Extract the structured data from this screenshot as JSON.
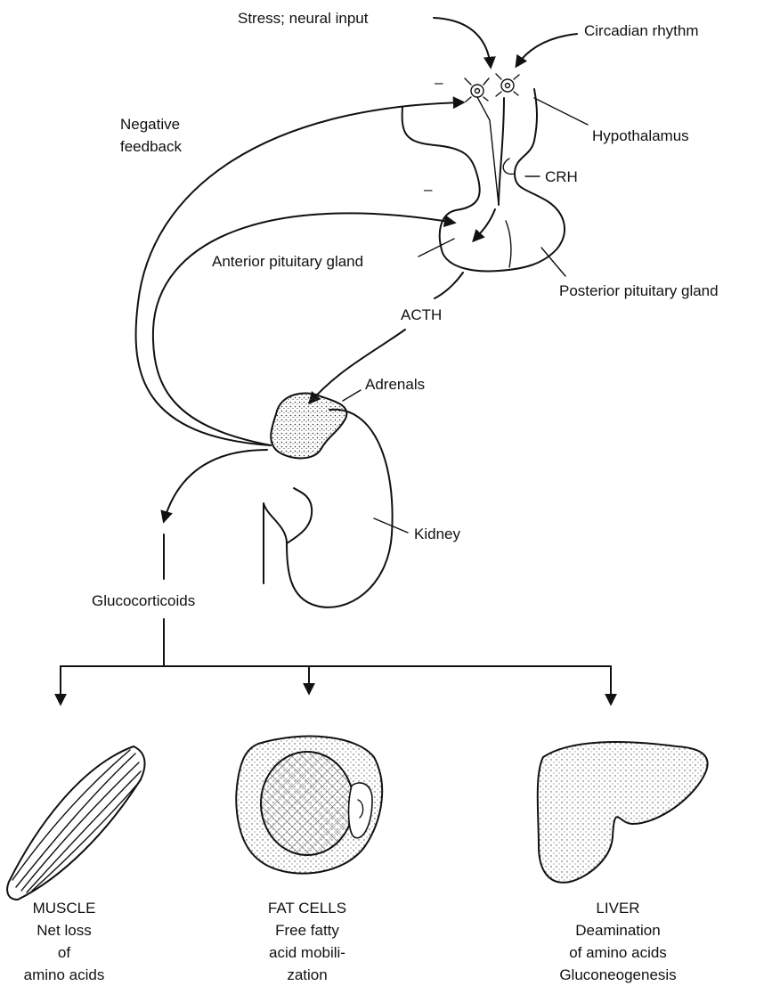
{
  "inputs": {
    "stress": "Stress; neural input",
    "circadian": "Circadian rhythm"
  },
  "feedback": {
    "label_line1": "Negative",
    "label_line2": "feedback",
    "sign_hypothalamus": "–",
    "sign_pituitary": "–"
  },
  "structures": {
    "hypothalamus": "Hypothalamus",
    "crh": "CRH",
    "anterior_pituitary": "Anterior pituitary gland",
    "posterior_pituitary": "Posterior pituitary gland",
    "acth": "ACTH",
    "adrenals": "Adrenals",
    "kidney": "Kidney",
    "glucocorticoids": "Glucocorticoids"
  },
  "targets": {
    "muscle": [
      "MUSCLE",
      "Net loss",
      "of",
      "amino acids"
    ],
    "fat": [
      "FAT CELLS",
      "Free fatty",
      "acid mobili-",
      "zation"
    ],
    "liver": [
      "LIVER",
      "Deamination",
      "of amino acids",
      "Gluconeogenesis"
    ]
  },
  "icons": [
    "neuron-icon",
    "muscle-icon",
    "fat-cell-icon",
    "liver-icon",
    "kidney-icon",
    "adrenal-icon"
  ]
}
